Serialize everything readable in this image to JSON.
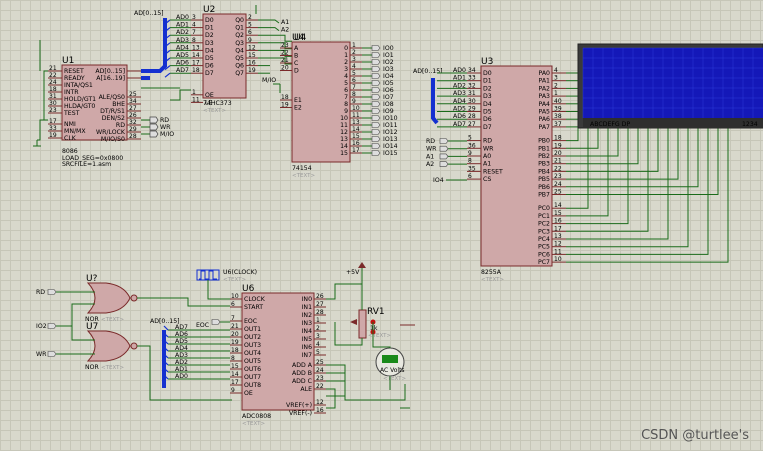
{
  "chips": {
    "u1": {
      "ref": "U1",
      "name": "8086",
      "ph": "",
      "extra1": "LOAD_SEG=0x0800",
      "extra2": "SRCFILE=1.asm",
      "left": [
        "RESET",
        "READY",
        "INTA/QS1",
        "INTR",
        "HOLD/GT1",
        "HLDA/GT0",
        "TEST",
        "NMI",
        "MN/MX",
        "CLK"
      ],
      "left_nums": [
        "21",
        "22",
        "24",
        "18",
        "31",
        "30",
        "23",
        "17",
        "33",
        "19"
      ],
      "right": [
        "AD[0..15]",
        "A[16..19]",
        "ALE/QS0",
        "BHE",
        "DT/R/S1",
        "DEN/S2",
        "RD",
        "WR/LOCK",
        "M/IO/S0"
      ],
      "right_nums": [
        "",
        "",
        "25",
        "34",
        "27",
        "26",
        "32",
        "29",
        "28"
      ]
    },
    "u2": {
      "ref": "U2",
      "name": "74HC373",
      "ph": "<TEXT>",
      "left": [
        "D0",
        "D1",
        "D2",
        "D3",
        "D4",
        "D5",
        "D6",
        "D7",
        "OE",
        "LE"
      ],
      "left_nums": [
        "3",
        "4",
        "7",
        "8",
        "13",
        "14",
        "17",
        "18",
        "1",
        "11"
      ],
      "right": [
        "Q0",
        "Q1",
        "Q2",
        "Q3",
        "Q4",
        "Q5",
        "Q6",
        "Q7"
      ],
      "right_nums": [
        "2",
        "5",
        "6",
        "9",
        "12",
        "15",
        "16",
        "19"
      ]
    },
    "u4": {
      "ref": "U4",
      "name": "74154",
      "ph": "<TEXT>",
      "left": [
        "A",
        "B",
        "C",
        "D",
        "E1",
        "E2"
      ],
      "left_nums": [
        "23",
        "22",
        "21",
        "20",
        "18",
        "19"
      ],
      "right": [
        "0",
        "1",
        "2",
        "3",
        "4",
        "5",
        "6",
        "7",
        "8",
        "9",
        "10",
        "11",
        "12",
        "13",
        "14",
        "15"
      ],
      "right_nums": [
        "1",
        "2",
        "3",
        "4",
        "5",
        "6",
        "7",
        "8",
        "9",
        "10",
        "11",
        "13",
        "14",
        "15",
        "16",
        "17"
      ]
    },
    "u3": {
      "ref": "U3",
      "name": "8255A",
      "ph": "<TEXT>",
      "left": [
        "D0",
        "D1",
        "D2",
        "D3",
        "D4",
        "D5",
        "D6",
        "D7",
        "RD",
        "WR",
        "A0",
        "A1",
        "RESET",
        "CS"
      ],
      "left_nums": [
        "34",
        "33",
        "32",
        "31",
        "30",
        "29",
        "28",
        "27",
        "5",
        "36",
        "9",
        "8",
        "35",
        "6"
      ],
      "right": [
        "PA0",
        "PA1",
        "PA2",
        "PA3",
        "PA4",
        "PA5",
        "PA6",
        "PA7",
        "PB0",
        "PB1",
        "PB2",
        "PB3",
        "PB4",
        "PB5",
        "PB6",
        "PB7",
        "PC0",
        "PC1",
        "PC2",
        "PC3",
        "PC4",
        "PC5",
        "PC6",
        "PC7"
      ],
      "right_nums": [
        "4",
        "3",
        "2",
        "1",
        "40",
        "39",
        "38",
        "37",
        "18",
        "19",
        "20",
        "21",
        "22",
        "23",
        "24",
        "25",
        "14",
        "15",
        "16",
        "17",
        "13",
        "12",
        "11",
        "10"
      ]
    },
    "u6": {
      "ref": "U6",
      "name": "ADC0808",
      "ph": "<TEXT>",
      "left": [
        "CLOCK",
        "START",
        "EOC",
        "OUT1",
        "OUT2",
        "OUT3",
        "OUT4",
        "OUT5",
        "OUT6",
        "OUT7",
        "OUT8",
        "OE"
      ],
      "left_nums": [
        "10",
        "6",
        "7",
        "21",
        "20",
        "19",
        "18",
        "8",
        "15",
        "14",
        "17",
        "9"
      ],
      "right": [
        "IN0",
        "IN1",
        "IN2",
        "IN3",
        "IN4",
        "IN5",
        "IN6",
        "IN7",
        "ADD A",
        "ADD B",
        "ADD C",
        "ALE",
        "VREF(+)",
        "VREF(-)"
      ],
      "right_nums": [
        "26",
        "27",
        "28",
        "1",
        "2",
        "3",
        "4",
        "5",
        "25",
        "24",
        "23",
        "22",
        "12",
        "16"
      ]
    }
  },
  "gates": {
    "u7q": {
      "ref": "U?",
      "type": "NOR",
      "ph": "<TEXT>"
    },
    "u7": {
      "ref": "U7",
      "type": "NOR",
      "ph": "<TEXT>"
    }
  },
  "nets": {
    "ad_bus_u2": "AD[0..15]",
    "ad_bus_u3": "AD[0..15]",
    "ad_bus_u6": "AD[0..15]",
    "u2_inputs": [
      "AD0",
      "AD1",
      "AD2",
      "AD3",
      "AD4",
      "AD5",
      "AD6",
      "AD7"
    ],
    "u3_inputs": [
      "AD0",
      "AD1",
      "AD2",
      "AD3",
      "AD4",
      "AD5",
      "AD6",
      "AD7"
    ],
    "u6_outs": [
      "AD7",
      "AD6",
      "AD5",
      "AD4",
      "AD3",
      "AD2",
      "AD1",
      "AD0"
    ],
    "u2_q": [
      "A1",
      "A2"
    ],
    "u4_outs": [
      "IO0",
      "IO1",
      "IO2",
      "IO3",
      "IO4",
      "IO5",
      "IO6",
      "IO7",
      "IO8",
      "IO9",
      "IO10",
      "IO11",
      "IO12",
      "IO13",
      "IO14",
      "IO15"
    ],
    "u1_out": [
      "RD",
      "WR",
      "M/IO"
    ],
    "u4_mio": "M/IO",
    "u3_ctrl": [
      "RD",
      "WR",
      "A1",
      "A2"
    ],
    "u3_cs": "IO4",
    "gate_in": [
      "RD",
      "IO2",
      "WR"
    ],
    "eoc": "EOC",
    "clock_src": "U6(CLOCK)",
    "clock_ph": "<TEXT>",
    "vcc": "+5V"
  },
  "rv1": {
    "ref": "RV1",
    "value": "1k",
    "ph": "<TEXT>"
  },
  "voltmeter": {
    "label": "AC Volts",
    "ph": "<TEXT>"
  },
  "lcd": {
    "text_left": "ABCDEFG DP",
    "text_right": "1234",
    "bg": "#1418b8",
    "grid": "#2a3ad8"
  },
  "colors": {
    "wire": "#1a6b1a",
    "bus": "#1430d0",
    "chip": "#cfa8a8",
    "chip_border": "#7a2a2a"
  },
  "watermark": "CSDN @turtlee's"
}
